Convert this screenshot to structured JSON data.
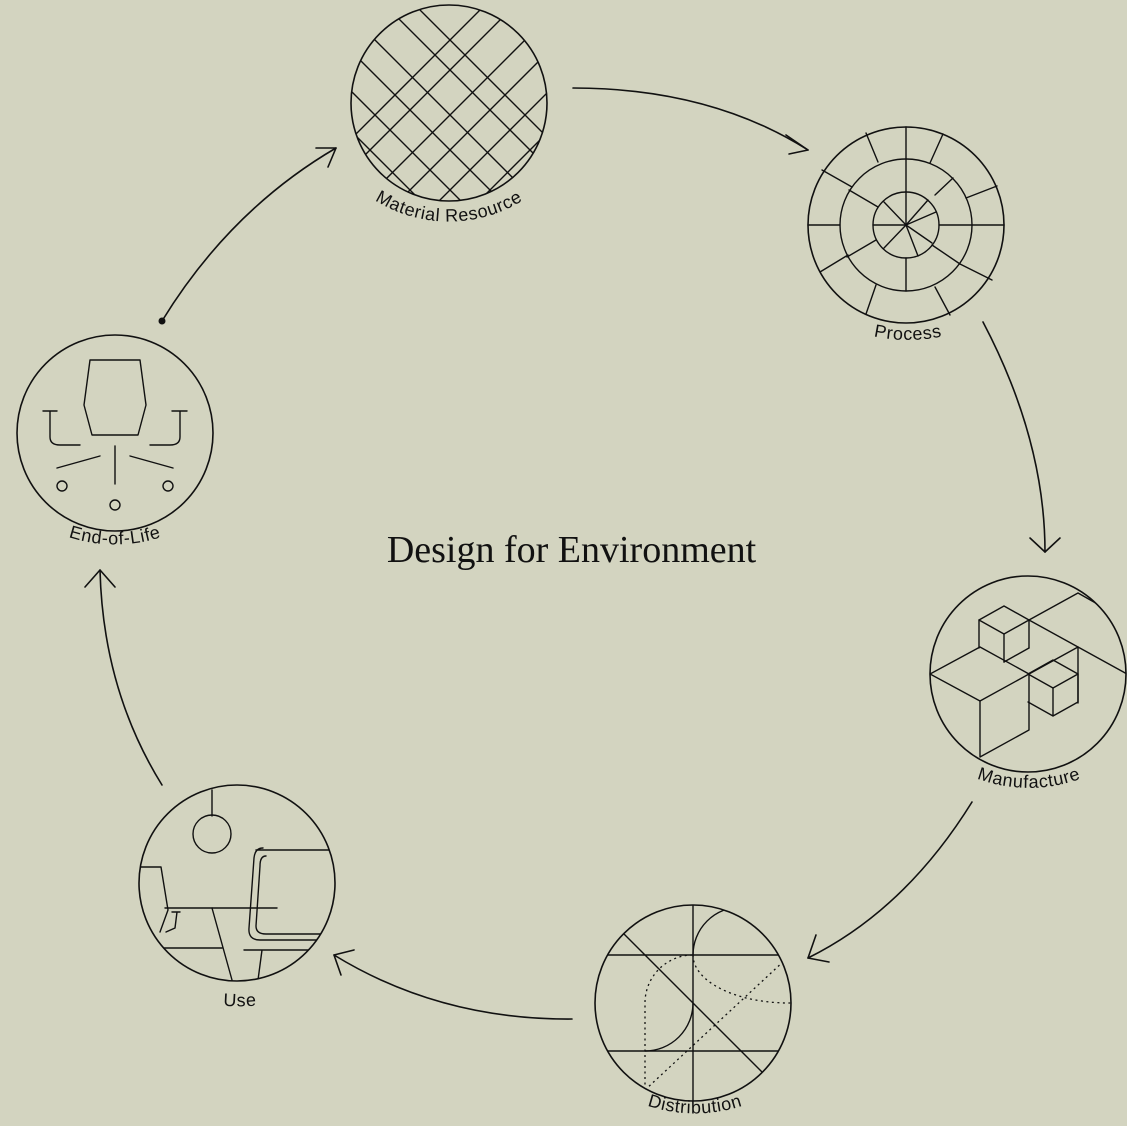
{
  "title": "Design for Environment",
  "stages": [
    {
      "id": "material-resource",
      "label": "Material Resource",
      "icon": "woven-lattice-icon"
    },
    {
      "id": "process",
      "label": "Process",
      "icon": "radial-segments-icon"
    },
    {
      "id": "manufacture",
      "label": "Manufacture",
      "icon": "stacked-cubes-icon"
    },
    {
      "id": "distribution",
      "label": "Distribution",
      "icon": "distribution-paths-icon"
    },
    {
      "id": "use",
      "label": "Use",
      "icon": "office-scene-icon"
    },
    {
      "id": "end-of-life",
      "label": "End-of-Life",
      "icon": "office-chair-icon"
    }
  ],
  "colors": {
    "background": "#d3d4c0",
    "ink": "#111111"
  }
}
